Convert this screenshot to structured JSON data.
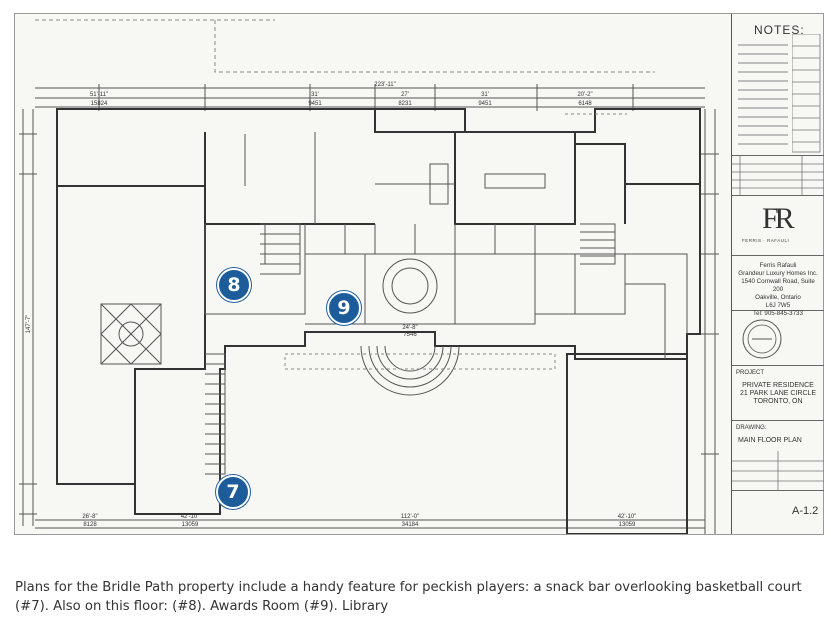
{
  "notes": {
    "title": "NOTES:"
  },
  "company": {
    "logo": "FR",
    "logo_sub": "FERRIS · RAFAULI",
    "line1": "Ferris Rafauli",
    "line2": "Grandeur Luxury Homes Inc.",
    "line3": "1540 Cornwall Road, Suite 200",
    "line4": "Oakville, Ontario",
    "line5": "L6J 7W5",
    "phone": "Tel: 905-845-3733"
  },
  "project": {
    "label": "PROJECT",
    "name": "PRIVATE RESIDENCE",
    "address": "21 PARK LANE CIRCLE",
    "city": "TORONTO, ON"
  },
  "drawing": {
    "label": "DRAWING:",
    "name": "MAIN FLOOR PLAN",
    "sheet": "A-1.2"
  },
  "dimensions": {
    "overall_top": "223'-11\"",
    "overall_bottom": "112'-0\"",
    "overall_bottom_mm": "34184",
    "left_total": "147'-7\"",
    "seg1": "51'-11\"",
    "seg1_mm": "15824",
    "seg2": "31'",
    "seg2_mm": "9451",
    "seg3": "27'",
    "seg3_mm": "8231",
    "seg4": "31'",
    "seg4_mm": "9451",
    "seg5": "20'-2\"",
    "seg5_mm": "6148",
    "bottom_left": "26'-8\"",
    "bottom_left_mm": "8128",
    "bottom_mid_left": "42'-10\"",
    "bottom_mid_left_mm": "13059",
    "bottom_right": "42'-10\"",
    "bottom_right_mm": "13059",
    "center_span": "24'-8\"",
    "center_span_mm": "7546"
  },
  "markers": [
    {
      "number": "8"
    },
    {
      "number": "9"
    },
    {
      "number": "7"
    }
  ],
  "caption": {
    "line1": "Plans for the Bridle Path property include a handy feature for peckish players: a snack bar overlooking basketball court",
    "line2": "(#7). Also on this floor: (#8). Awards Room (#9). Library"
  },
  "colors": {
    "marker": "#1d5c9a",
    "line": "#555555",
    "paper": "#f7f7f4"
  }
}
